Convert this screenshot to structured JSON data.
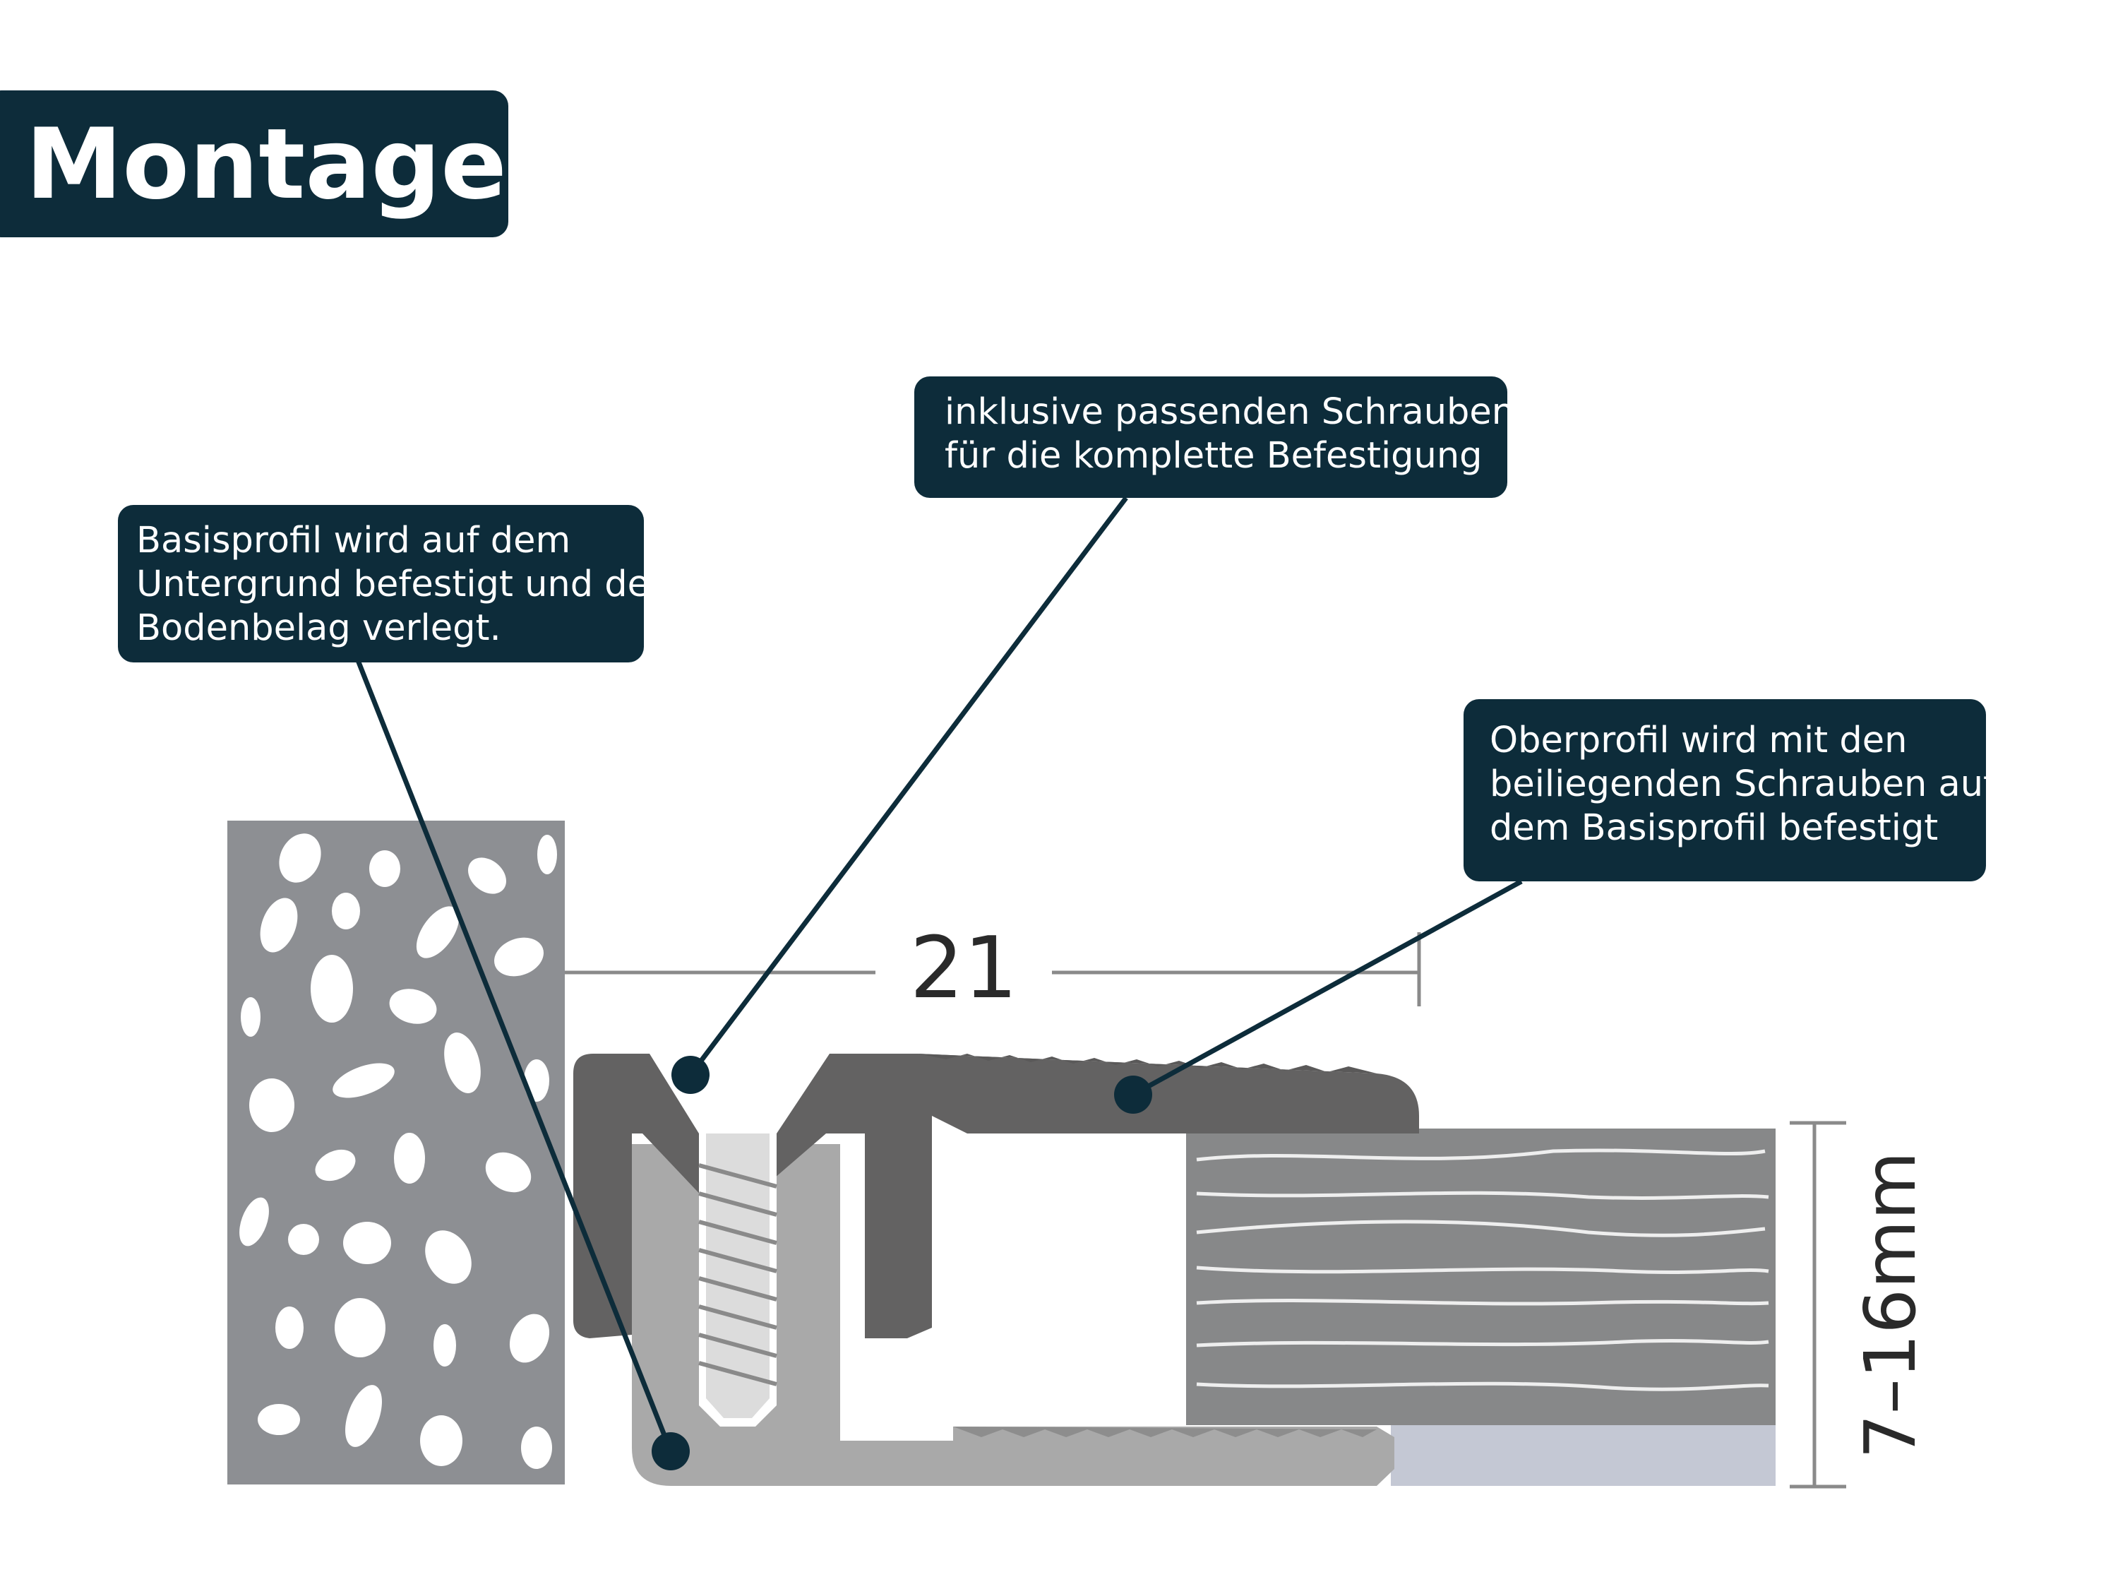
{
  "title": "Montage:",
  "callouts": {
    "basisprofil": {
      "lines": [
        "Basisprofil wird auf dem",
        "Untergrund befestigt und der",
        "Bodenbelag verlegt."
      ]
    },
    "schrauben": {
      "lines": [
        "inklusive passenden Schrauben",
        "für die komplette Befestigung"
      ]
    },
    "oberprofil": {
      "lines": [
        "Oberprofil wird mit den",
        "beiliegenden Schrauben auf",
        "dem Basisprofil befestigt"
      ]
    }
  },
  "dimensions": {
    "width_label": "21",
    "height_label": "7–16mm"
  },
  "colors": {
    "callout_bg": "#0d2c3a",
    "concrete": "#8d8f93",
    "top_profile": "#636262",
    "base_profile": "#a9a9a9",
    "wood": "#878889",
    "underlay": "#c4c8d4"
  }
}
